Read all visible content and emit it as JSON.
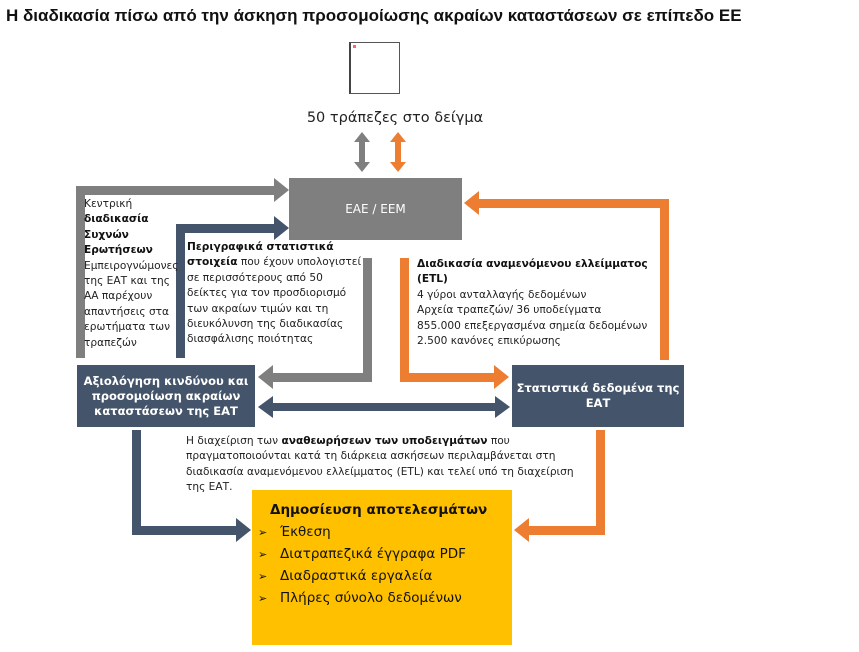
{
  "title": "Η διαδικασία πίσω από την άσκηση προσομοίωσης ακραίων καταστάσεων σε επίπεδο ΕΕ",
  "sample": "50 τράπεζες στο δείγμα",
  "boxes": {
    "eae": "ΕΑΕ / ΕΕΜ",
    "risk": "Αξιολόγηση κινδύνου και προσομοίωση ακραίων καταστάσεων της ΕΑΤ",
    "stats": "Στατιστικά δεδομένα της ΕΑΤ"
  },
  "faq": {
    "p1": "Κεντρική ",
    "b1": "διαδικασία Συχνών Ερωτήσεων",
    "p2": " Εμπειρογνώμονες της ΕΑΤ και της ΑΑ παρέχουν απαντήσεις στα ερωτήματα των τραπεζών"
  },
  "desc": {
    "b1": "Περιγραφικά στατιστικά στοιχεία",
    "p1": " που έχουν υπολογιστεί σε περισσότερους από 50 δείκτες για τον προσδιορισμό των ακραίων τιμών και τη διευκόλυνση της διαδικασίας διασφάλισης ποιότητας"
  },
  "etl": {
    "title": "Διαδικασία αναμενόμενου ελλείμματος (ETL)",
    "lines": [
      "4 γύροι ανταλλαγής δεδομένων",
      "Αρχεία τραπεζών/ 36 υποδείγματα",
      "855.000 επεξεργασμένα σημεία δεδομένων",
      "2.500 κανόνες επικύρωσης"
    ]
  },
  "revisions": {
    "p1": "Η διαχείριση των ",
    "b1": "αναθεωρήσεων των υποδειγμάτων",
    "p2": " που πραγματοποιούνται κατά τη διάρκεια ασκήσεων περιλαμβάνεται στη διαδικασία αναμενόμενου ελλείμματος (ETL) και τελεί υπό τη διαχείριση της ΕΑΤ."
  },
  "publication": {
    "title": "Δημοσίευση αποτελεσμάτων",
    "bullet": "➢",
    "items": [
      "Έκθεση",
      "Διατραπεζικά έγγραφα PDF",
      "Διαδραστικά εργαλεία",
      "Πλήρες σύνολο δεδομένων"
    ]
  },
  "colors": {
    "gray": "#7f7f7f",
    "navy": "#44546a",
    "orange": "#ed7d31",
    "yellow": "#ffc000"
  }
}
